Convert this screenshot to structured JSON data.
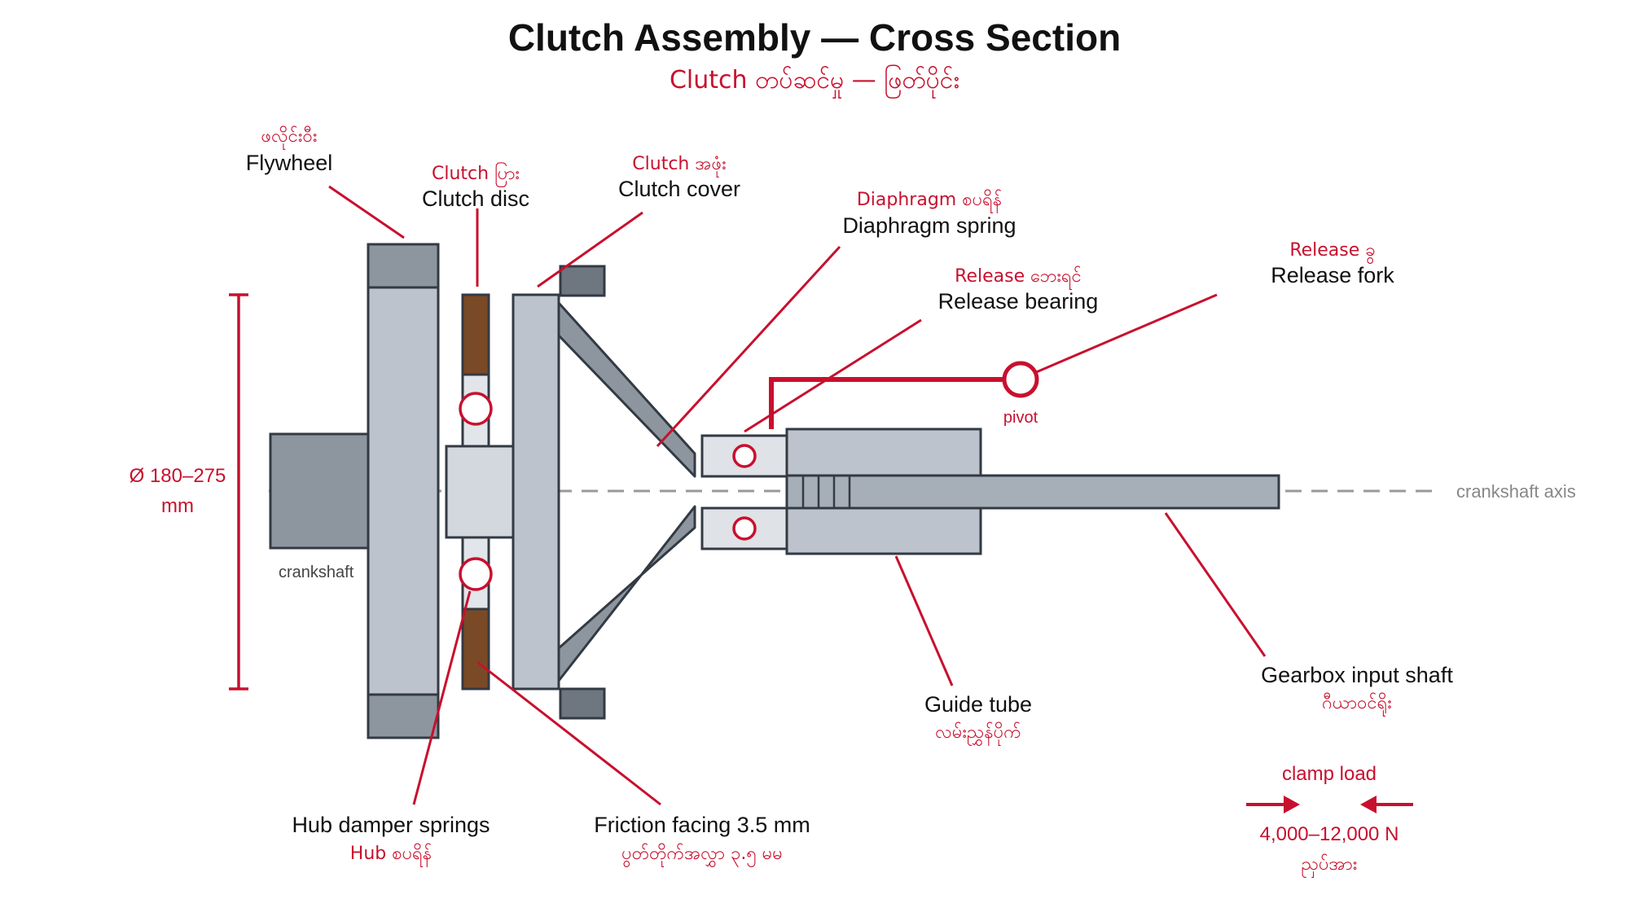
{
  "title": "Clutch Assembly — Cross Section",
  "subtitle": "Clutch တပ်ဆင်မှု — ဖြတ်ပိုင်း",
  "colors": {
    "accent": "#c8102e",
    "part_light": "#bcc3cc",
    "part_mid": "#8d969f",
    "part_dark": "#6e767f",
    "outline": "#333a44",
    "friction": "#7a4a26",
    "axis": "#999999"
  },
  "labels": {
    "flywheel": {
      "en": "Flywheel",
      "my": "ဖလိုင်းဝီး"
    },
    "clutch_disc": {
      "en": "Clutch disc",
      "my": "Clutch ပြား"
    },
    "clutch_cover": {
      "en": "Clutch cover",
      "my": "Clutch အဖုံး"
    },
    "diaphragm_spring": {
      "en": "Diaphragm spring",
      "my": "Diaphragm စပရိန်"
    },
    "release_bearing": {
      "en": "Release bearing",
      "my": "Release ဘေးရင်"
    },
    "release_fork": {
      "en": "Release fork",
      "my": "Release ခွ"
    },
    "guide_tube": {
      "en": "Guide tube",
      "my": "လမ်းညွှန်ပိုက်"
    },
    "gearbox_input_shaft": {
      "en": "Gearbox input shaft",
      "my": "ဂီယာဝင်ရိုး"
    },
    "hub_damper_springs": {
      "en": "Hub damper springs",
      "my": "Hub စပရိန်"
    },
    "friction_facing": {
      "en": "Friction facing 3.5 mm",
      "my": "ပွတ်တိုက်အလွှာ ၃.၅ မမ"
    }
  },
  "annotations": {
    "crankshaft": "crankshaft",
    "crankshaft_axis": "crankshaft axis",
    "pivot": "pivot",
    "diameter_line1": "Ø 180–275",
    "diameter_line2": "mm",
    "clamp_title": "clamp load",
    "clamp_value": "4,000–12,000 N",
    "clamp_my": "ညှပ်အား"
  }
}
